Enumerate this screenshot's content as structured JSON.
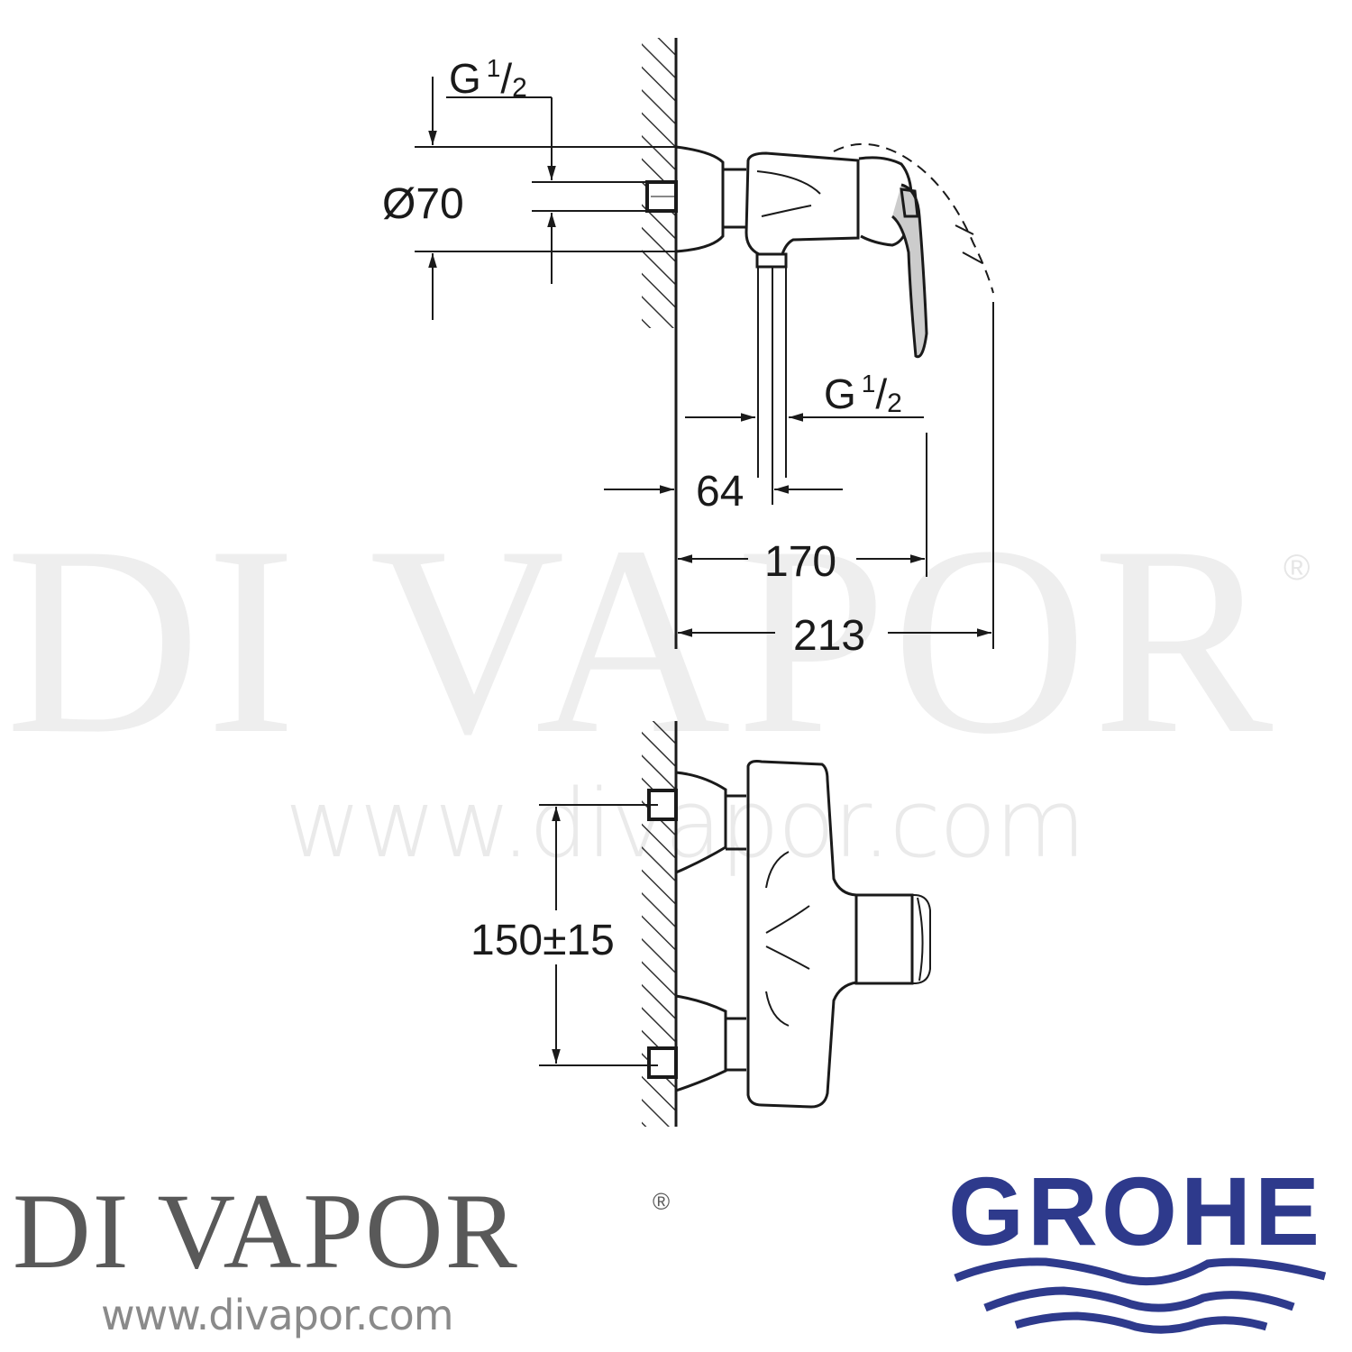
{
  "watermark": {
    "brand": "DI VAPOR",
    "registered": "®",
    "url": "www.divapor.com"
  },
  "top_view": {
    "dimensions": {
      "inlet_thread": {
        "base": "G",
        "num": "1",
        "den": "2"
      },
      "escutcheon_diameter": "Ø70",
      "outlet_thread": {
        "base": "G",
        "num": "1",
        "den": "2"
      },
      "wall_to_outlet": "64",
      "wall_to_handle": "170",
      "wall_to_lever_max": "213"
    }
  },
  "front_view": {
    "dimensions": {
      "inlet_centres": "150±15"
    }
  },
  "footer": {
    "left_logo": {
      "text": "DI VAPOR",
      "registered": "®",
      "url": "www.divapor.com",
      "color": "#595959"
    },
    "right_logo": {
      "text": "GROHE",
      "color": "#2e3a8c",
      "icon": "waves-icon"
    }
  },
  "colors": {
    "line": "#1a1a1a",
    "hatch": "#333333",
    "watermark": "#eeeeee",
    "grohe_blue": "#2e3a8c"
  }
}
